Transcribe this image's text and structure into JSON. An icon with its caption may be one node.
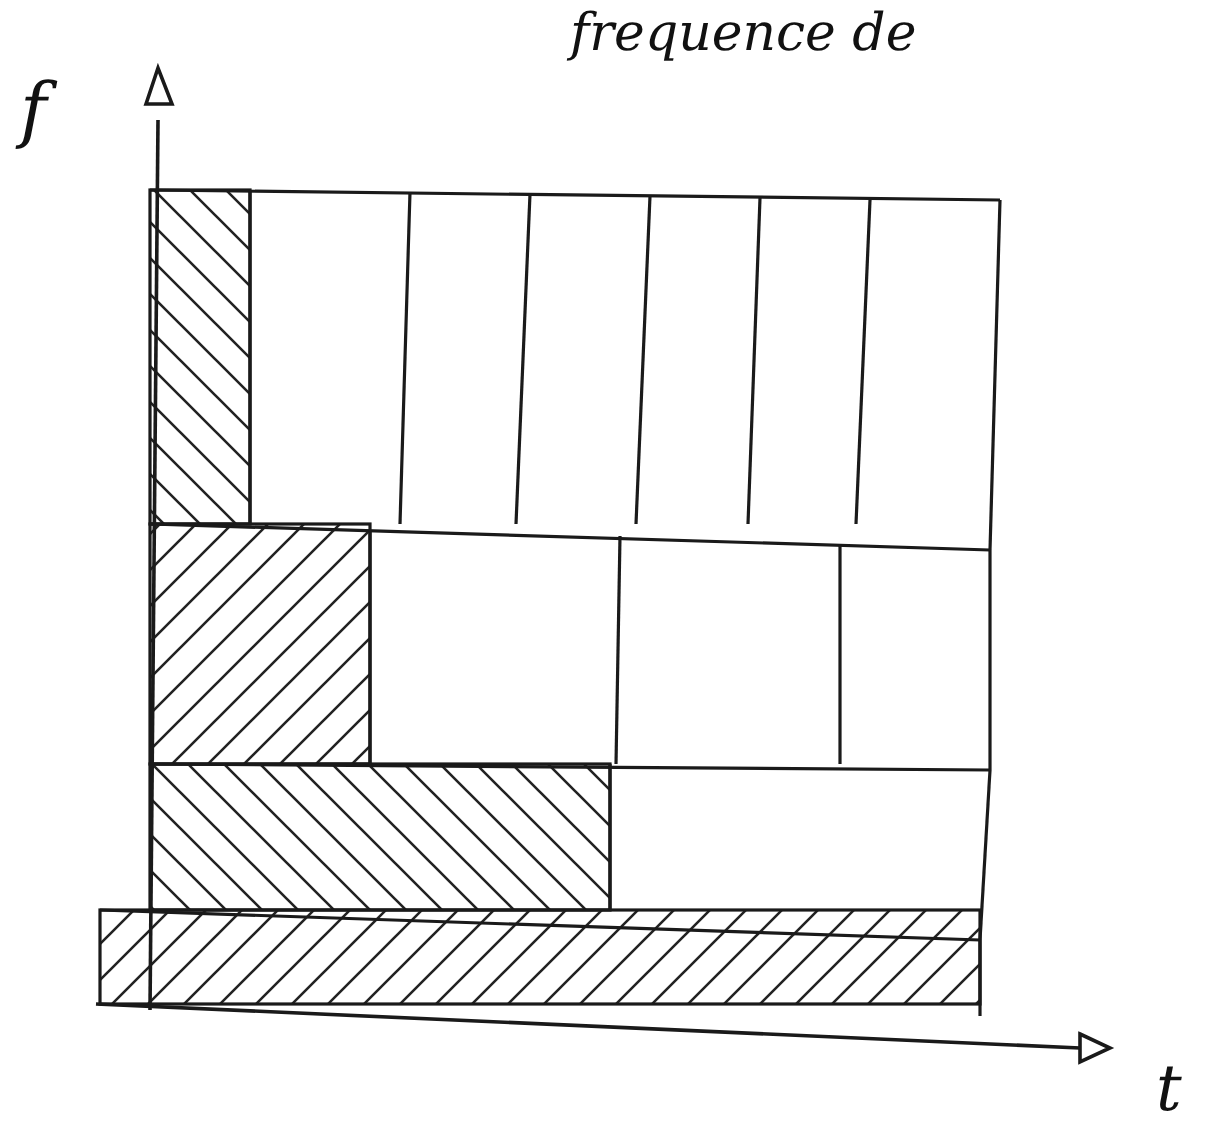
{
  "diagram": {
    "labels": [
      "frequence de",
      "f",
      "t"
    ]
  }
}
